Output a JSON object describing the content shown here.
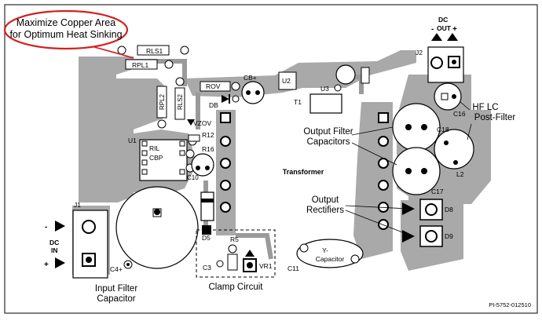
{
  "callout": {
    "line1": "Maximize Copper Area",
    "line2": "for Optimum Heat Sinking",
    "color": "#d42020"
  },
  "components": {
    "rls1": "RLS1",
    "rpl1": "RPL1",
    "rpl2": "RPL2",
    "rls2": "RLS2",
    "rov": "ROV",
    "cb": "CB+",
    "u2": "U2",
    "j2": "J2",
    "dc_out_1": "DC",
    "dc_out_2": "OUT",
    "dc_out_pol": "- +",
    "d8": "DB",
    "vzov": "VZOV",
    "r12": "R12",
    "r16": "R16",
    "u1": "U1",
    "ril": "RIL",
    "cbp": "CBP",
    "c10": "C10",
    "t1": "T1",
    "u3": "U3",
    "c16": "C16",
    "c18": "C18",
    "c17": "C17",
    "l2": "L2",
    "d8b": "D8",
    "d9": "D9",
    "j1": "J1",
    "dc_in_1": "DC",
    "dc_in_2": "IN",
    "c4": "C4+",
    "d5": "D5",
    "r5": "R5",
    "c3": "C3",
    "vr1": "VR1",
    "c11": "C11",
    "ycap_1": "Y-",
    "ycap_2": "Capacitor"
  },
  "annotations": {
    "hf_lc_1": "HF LC",
    "hf_lc_2": "Post-Filter",
    "out_filter_1": "Output Filter",
    "out_filter_2": "Capacitors",
    "transformer": "Transformer",
    "out_rect_1": "Output",
    "out_rect_2": "Rectifiers",
    "input_filter_1": "Input Filter",
    "input_filter_2": "Capacitor",
    "clamp": "Clamp Circuit",
    "figure_id": "PI-5752-012510"
  },
  "colors": {
    "copper": "#a9a9a9",
    "trace": "#c0c0c0",
    "pad": "#ffffff",
    "outline": "#000000"
  }
}
